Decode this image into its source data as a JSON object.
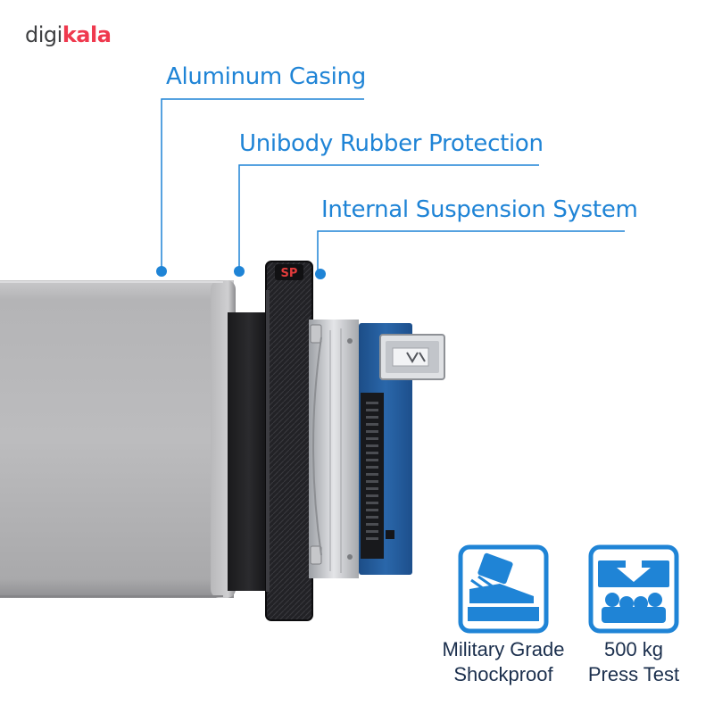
{
  "logo": {
    "part1": "digi",
    "part2": "kala"
  },
  "callouts": {
    "aluminum": "Aluminum Casing",
    "rubber": "Unibody Rubber Protection",
    "suspension": "Internal Suspension System"
  },
  "brand_mark": "SP",
  "badges": {
    "shockproof": {
      "line1": "Military Grade",
      "line2": "Shockproof",
      "icon": "shockproof-icon"
    },
    "press": {
      "line1": "500 kg",
      "line2": "Press Test",
      "icon": "press-test-icon"
    }
  },
  "colors": {
    "callout_blue": "#1f84d6",
    "badge_navy": "#1b2f4d",
    "logo_red": "#ef394e"
  }
}
